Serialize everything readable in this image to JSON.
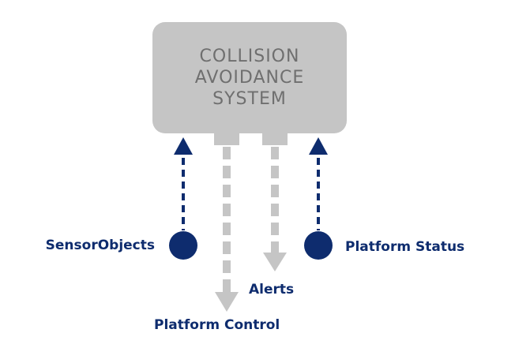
{
  "system": {
    "lines": [
      "COLLISION",
      "AVOIDANCE",
      "SYSTEM"
    ]
  },
  "inputs": [
    {
      "label": "SensorObjects",
      "direction": "in"
    },
    {
      "label": "Platform Status",
      "direction": "in"
    }
  ],
  "outputs": [
    {
      "label": "Platform Control",
      "direction": "out"
    },
    {
      "label": "Alerts",
      "direction": "out"
    }
  ],
  "colors": {
    "box": "#c5c5c5",
    "box_text": "#6f6f6f",
    "navy": "#0e2c6e",
    "output_arrow": "#c5c5c5"
  }
}
